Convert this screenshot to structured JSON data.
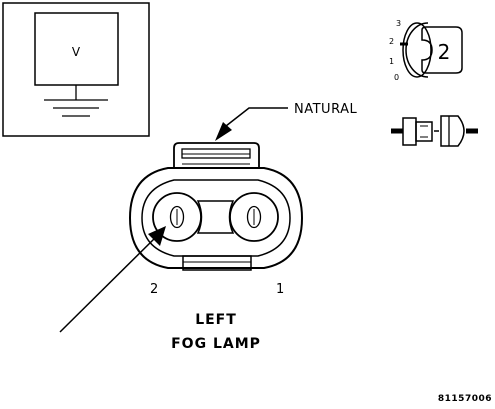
{
  "legend": {
    "symbol_letter": "V"
  },
  "connector": {
    "color_label": "NATURAL",
    "pin_left": "2",
    "pin_right": "1",
    "title_line1": "LEFT",
    "title_line2": "FOG LAMP"
  },
  "pin_view": {
    "scale": [
      "3",
      "2",
      "1",
      "0"
    ],
    "count": "2"
  },
  "figure_id": "81157006"
}
